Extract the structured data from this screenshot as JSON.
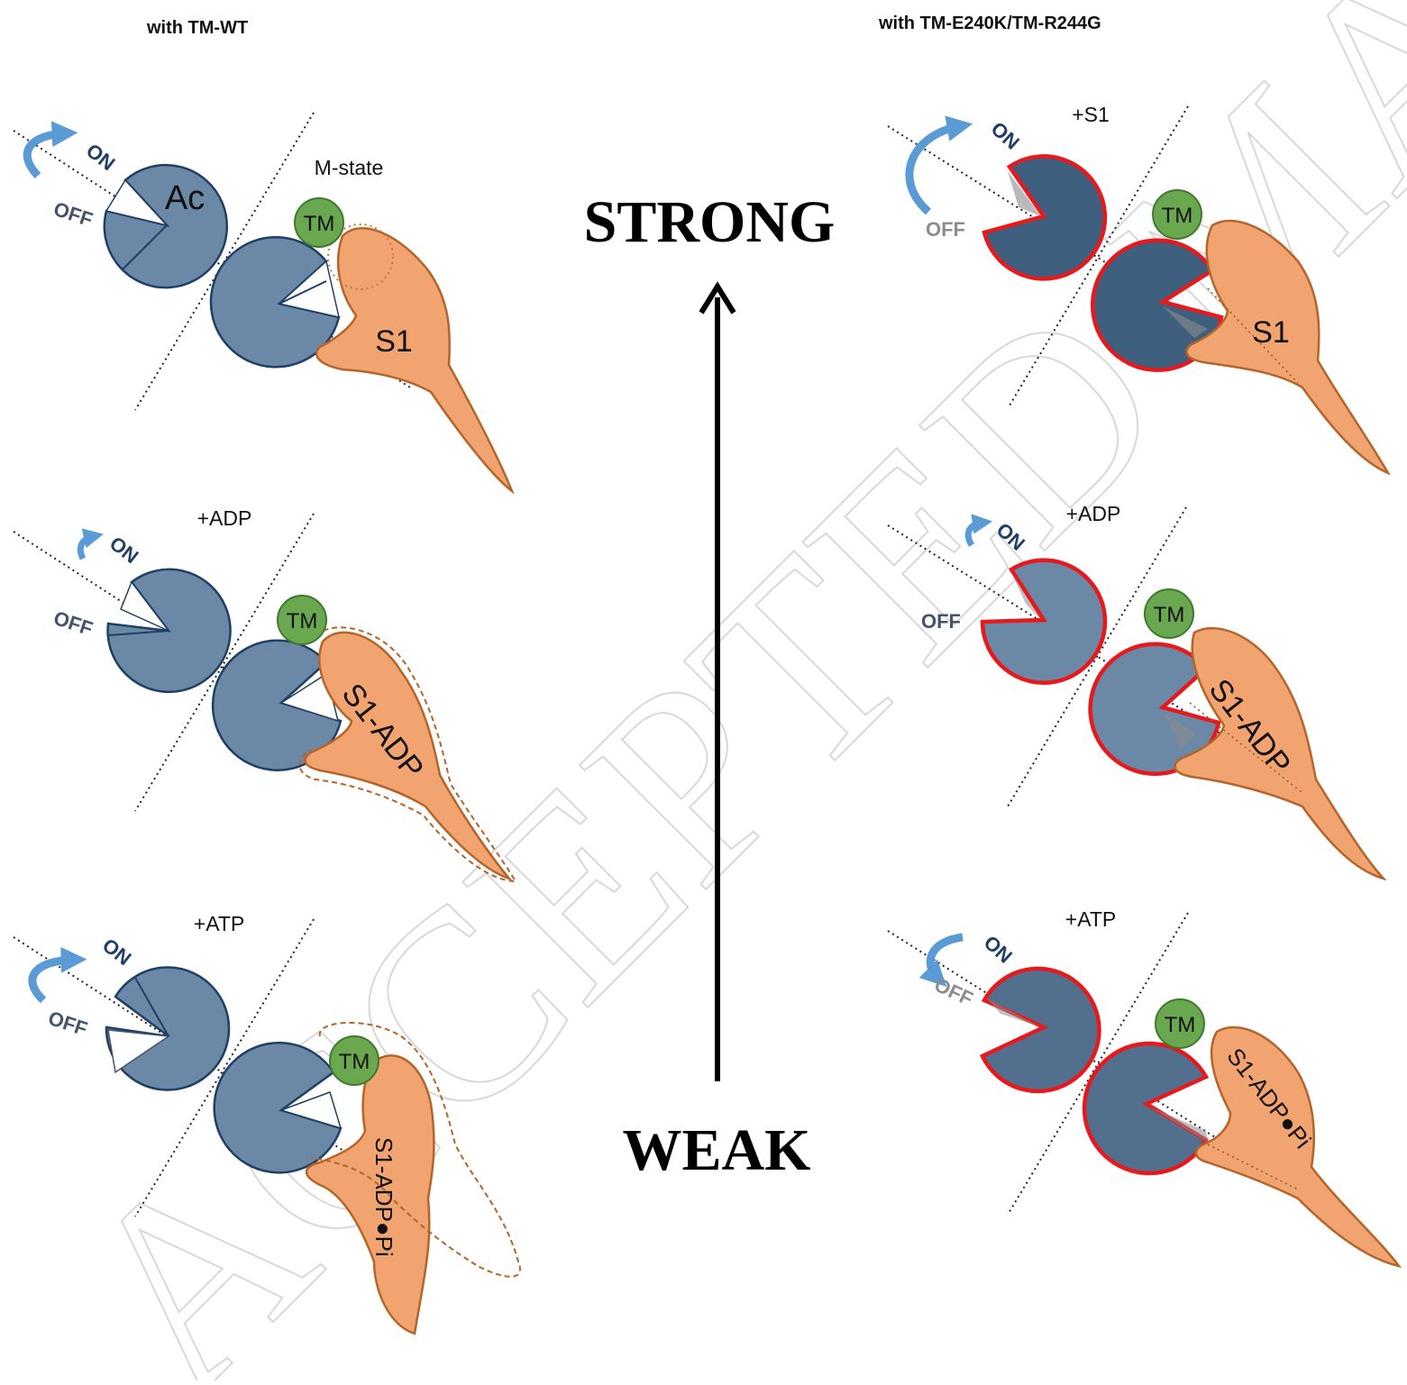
{
  "watermark": "ACCEPTED MANUSCRIPT",
  "left_column": {
    "title": "with TM-WT",
    "panels": [
      {
        "condition": "",
        "extra_label": "M-state",
        "actin_label": "Ac",
        "tm_label": "TM",
        "s1_label": "S1",
        "on_label": "ON",
        "off_label": "OFF"
      },
      {
        "condition": "+ADP",
        "tm_label": "TM",
        "s1_label": "S1-ADP",
        "on_label": "ON",
        "off_label": "OFF"
      },
      {
        "condition": "+ATP",
        "tm_label": "TM",
        "s1_label": "S1-ADP●Pi",
        "on_label": "ON",
        "off_label": "OFF"
      }
    ]
  },
  "right_column": {
    "title": "with TM-E240K/TM-R244G",
    "panels": [
      {
        "condition": "+S1",
        "tm_label": "TM",
        "s1_label": "S1",
        "on_label": "ON",
        "off_label": "OFF"
      },
      {
        "condition": "+ADP",
        "tm_label": "TM",
        "s1_label": "S1-ADP",
        "on_label": "ON",
        "off_label": "OFF"
      },
      {
        "condition": "+ATP",
        "tm_label": "TM",
        "s1_label": "S1-ADP●Pi",
        "on_label": "ON",
        "off_label": "OFF"
      }
    ]
  },
  "center": {
    "top_label": "STRONG",
    "bottom_label": "WEAK"
  },
  "colors": {
    "actin_light": "#6b88a6",
    "actin_dark": "#3f5f7e",
    "actin_outline": "#1f3f66",
    "mutant_outline": "#e8191c",
    "tm_fill": "#6aa84f",
    "tm_outline": "#3f7a2e",
    "s1_fill": "#f1a46f",
    "s1_outline": "#b5652a",
    "arrow_blue": "#5b9bd5",
    "on_label": "#1f3f66",
    "off_label": "#44546a",
    "off_label_grey": "#8c8c8c"
  }
}
